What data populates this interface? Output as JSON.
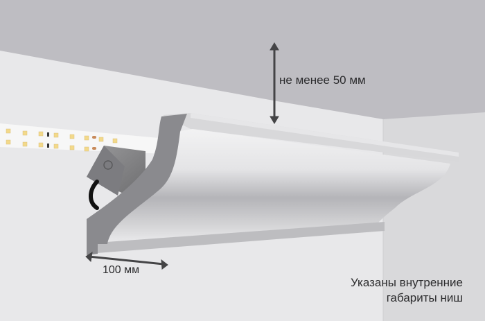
{
  "diagram": {
    "subject": "LED cove cornice profile with niche dimensions",
    "dimensions": {
      "height_clearance": "не менее 50 мм",
      "niche_depth": "100 мм"
    },
    "note": {
      "line1": "Указаны внутренние",
      "line2": "габариты ниш"
    },
    "colors": {
      "ceiling": "#bebdc2",
      "wall": "#e8e8ea",
      "side_wall": "#d8d8da",
      "profile_face": "#e2e2e4",
      "profile_edge": "#88888c",
      "arrow": "#444446",
      "led_chip": "#f3d98a"
    }
  }
}
